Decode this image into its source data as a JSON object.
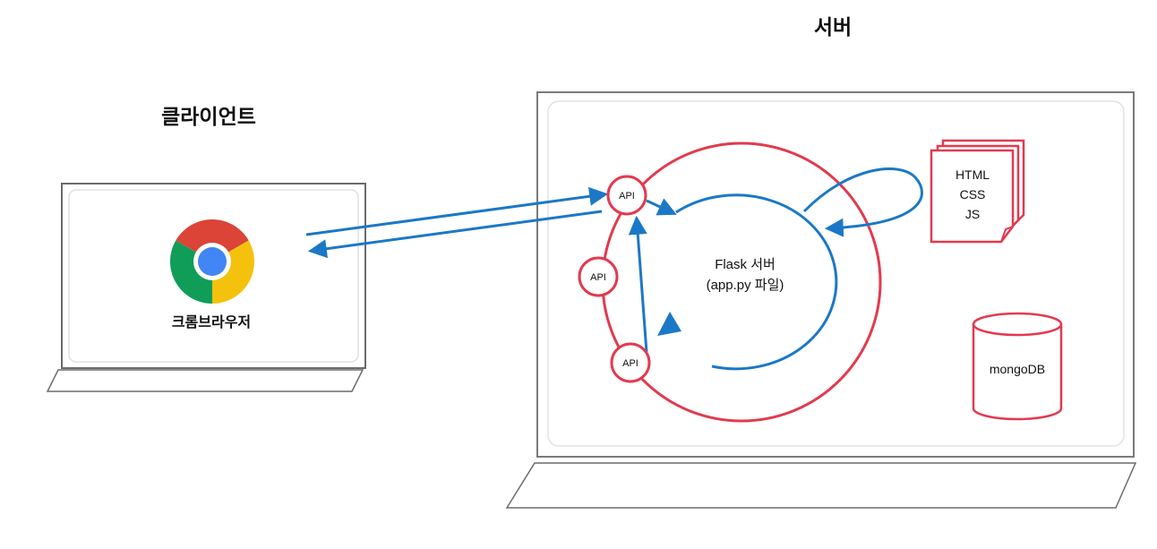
{
  "client": {
    "title": "클라이언트",
    "browser_label": "크롬브라우저"
  },
  "server": {
    "title": "서버",
    "flask_line1": "Flask 서버",
    "flask_line2": "(app.py 파일)",
    "api_labels": [
      "API",
      "API",
      "API"
    ],
    "files": [
      "HTML",
      "CSS",
      "JS"
    ],
    "db_label": "mongoDB"
  },
  "colors": {
    "arrow_blue": "#1b78c6",
    "server_red": "#e23a4e",
    "frame_gray": "#8a8a8a",
    "inner_gray": "#d9d9d9"
  }
}
